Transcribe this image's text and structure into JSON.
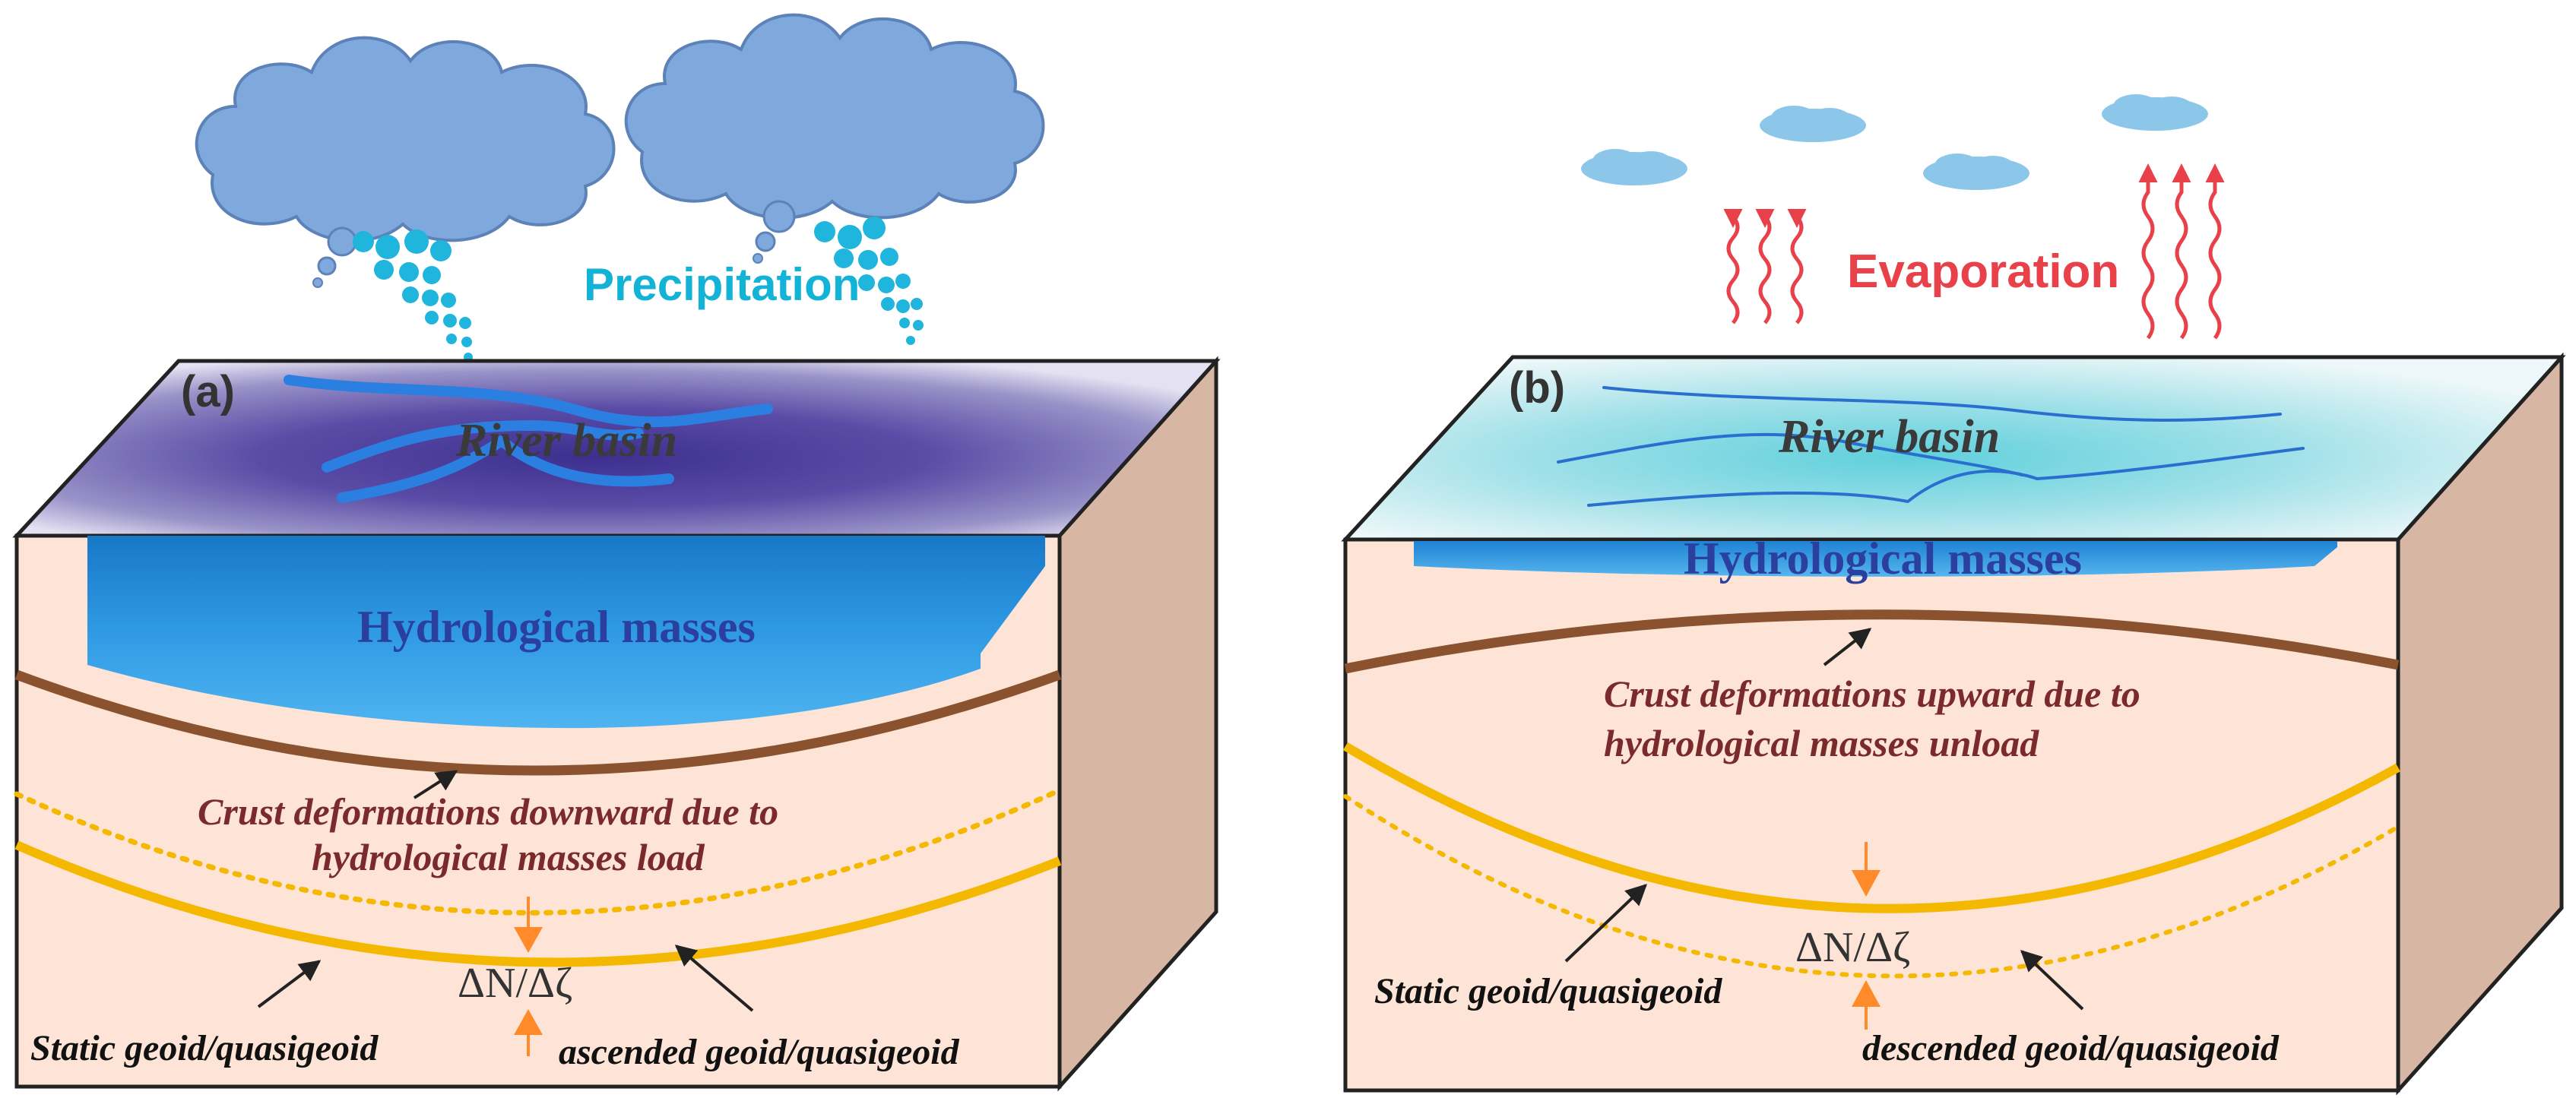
{
  "panel_a": {
    "label": "(a)",
    "top_label": "River basin",
    "mass_label": "Hydrological masses",
    "crust_line1": "Crust deformations downward due to",
    "crust_line2": "hydrological masses load",
    "delta_label": "ΔN/Δζ",
    "static_label": "Static geoid/quasigeoid",
    "changed_label": "ascended geoid/quasigeoid",
    "process_label": "Precipitation"
  },
  "panel_b": {
    "label": "(b)",
    "top_label": "River basin",
    "mass_label": "Hydrological masses",
    "crust_line1": "Crust deformations upward due to",
    "crust_line2": "hydrological masses unload",
    "delta_label": "ΔN/Δζ",
    "static_label": "Static geoid/quasigeoid",
    "changed_label": "descended geoid/quasigeoid",
    "process_label": "Evaporation"
  },
  "colors": {
    "cloud": "#7fa8dc",
    "droplet": "#1fb5dc",
    "box_front": "#fde4d6",
    "box_side": "#d8b6a4",
    "crust": "#8b5230",
    "geoid": "#f5b800",
    "water": "#2b8fd8",
    "delta_arrow": "#ff8a2a",
    "evap_arrow": "#e8414a"
  }
}
